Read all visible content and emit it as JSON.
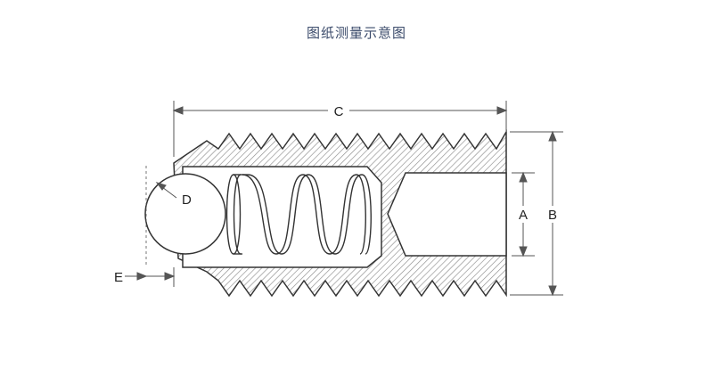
{
  "title": "图纸测量示意图",
  "labels": {
    "c": "C",
    "d": "D",
    "a": "A",
    "b": "B",
    "e": "E"
  },
  "colors": {
    "outline": "#333333",
    "hatch": "#8a8a8a",
    "dimension": "#555555"
  }
}
